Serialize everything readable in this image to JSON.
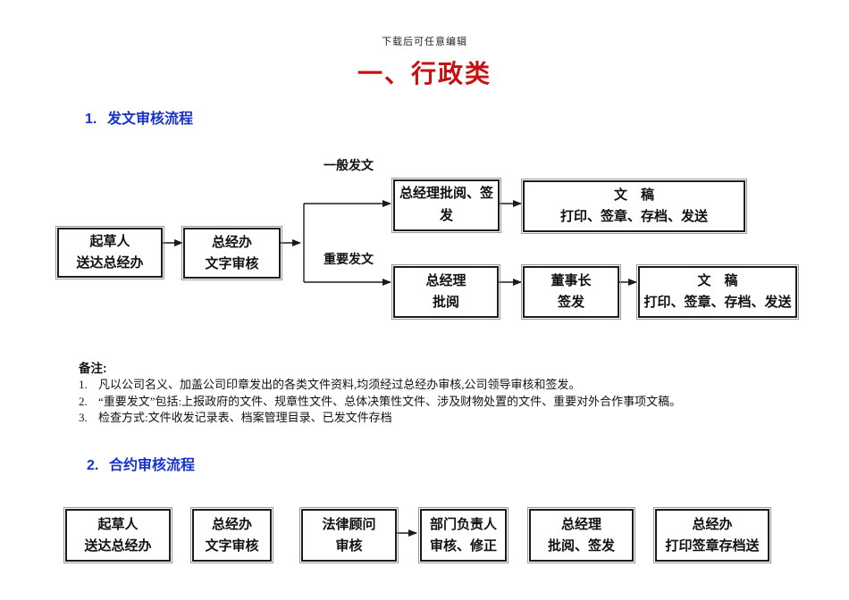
{
  "header": {
    "note": "下载后可任意编辑",
    "title": "一、行政类"
  },
  "colors": {
    "title_red": "#C81010",
    "heading_blue": "#1733CC",
    "box_border": "#1b1b1b"
  },
  "sections": [
    {
      "number": "1.",
      "title": "发文审核流程"
    },
    {
      "number": "2.",
      "title": "合约审核流程"
    }
  ],
  "flow1": {
    "branch_labels": {
      "general": "一般发文",
      "important": "重要发文"
    },
    "boxes": {
      "drafter": {
        "line1": "起草人",
        "line2": "送达总经办"
      },
      "gm_office": {
        "line1": "总经办",
        "line2": "文字审核"
      },
      "gm_sign": {
        "label": "总经理批阅、签发"
      },
      "doc_general": {
        "line1": "文　稿",
        "line2": "打印、签章、存档、发送"
      },
      "gm_review": {
        "line1": "总经理",
        "line2": "批阅"
      },
      "chairman": {
        "line1": "董事长",
        "line2": "签发"
      },
      "doc_important": {
        "line1": "文　稿",
        "line2": "打印、签章、存档、发送"
      }
    }
  },
  "notes": {
    "heading": "备注:",
    "items": [
      {
        "num": "1.",
        "text": "凡以公司名义、加盖公司印章发出的各类文件资料,均须经过总经办审核,公司领导审核和签发。"
      },
      {
        "num": "2.",
        "text": "“重要发文”包括:上报政府的文件、规章性文件、总体决策性文件、涉及财物处置的文件、重要对外合作事项文稿。"
      },
      {
        "num": "3.",
        "text": "检查方式:文件收发记录表、档案管理目录、已发文件存档"
      }
    ]
  },
  "flow2": {
    "boxes": {
      "drafter": {
        "line1": "起草人",
        "line2": "送达总经办"
      },
      "gm_office": {
        "line1": "总经办",
        "line2": "文字审核"
      },
      "legal": {
        "line1": "法律顾问",
        "line2": "审核"
      },
      "dept_head": {
        "line1": "部门负责人",
        "line2": "审核、修正"
      },
      "gm": {
        "line1": "总经理",
        "line2": "批阅、签发"
      },
      "gm_office2": {
        "line1": "总经办",
        "line2": "打印签章存档送"
      }
    }
  }
}
